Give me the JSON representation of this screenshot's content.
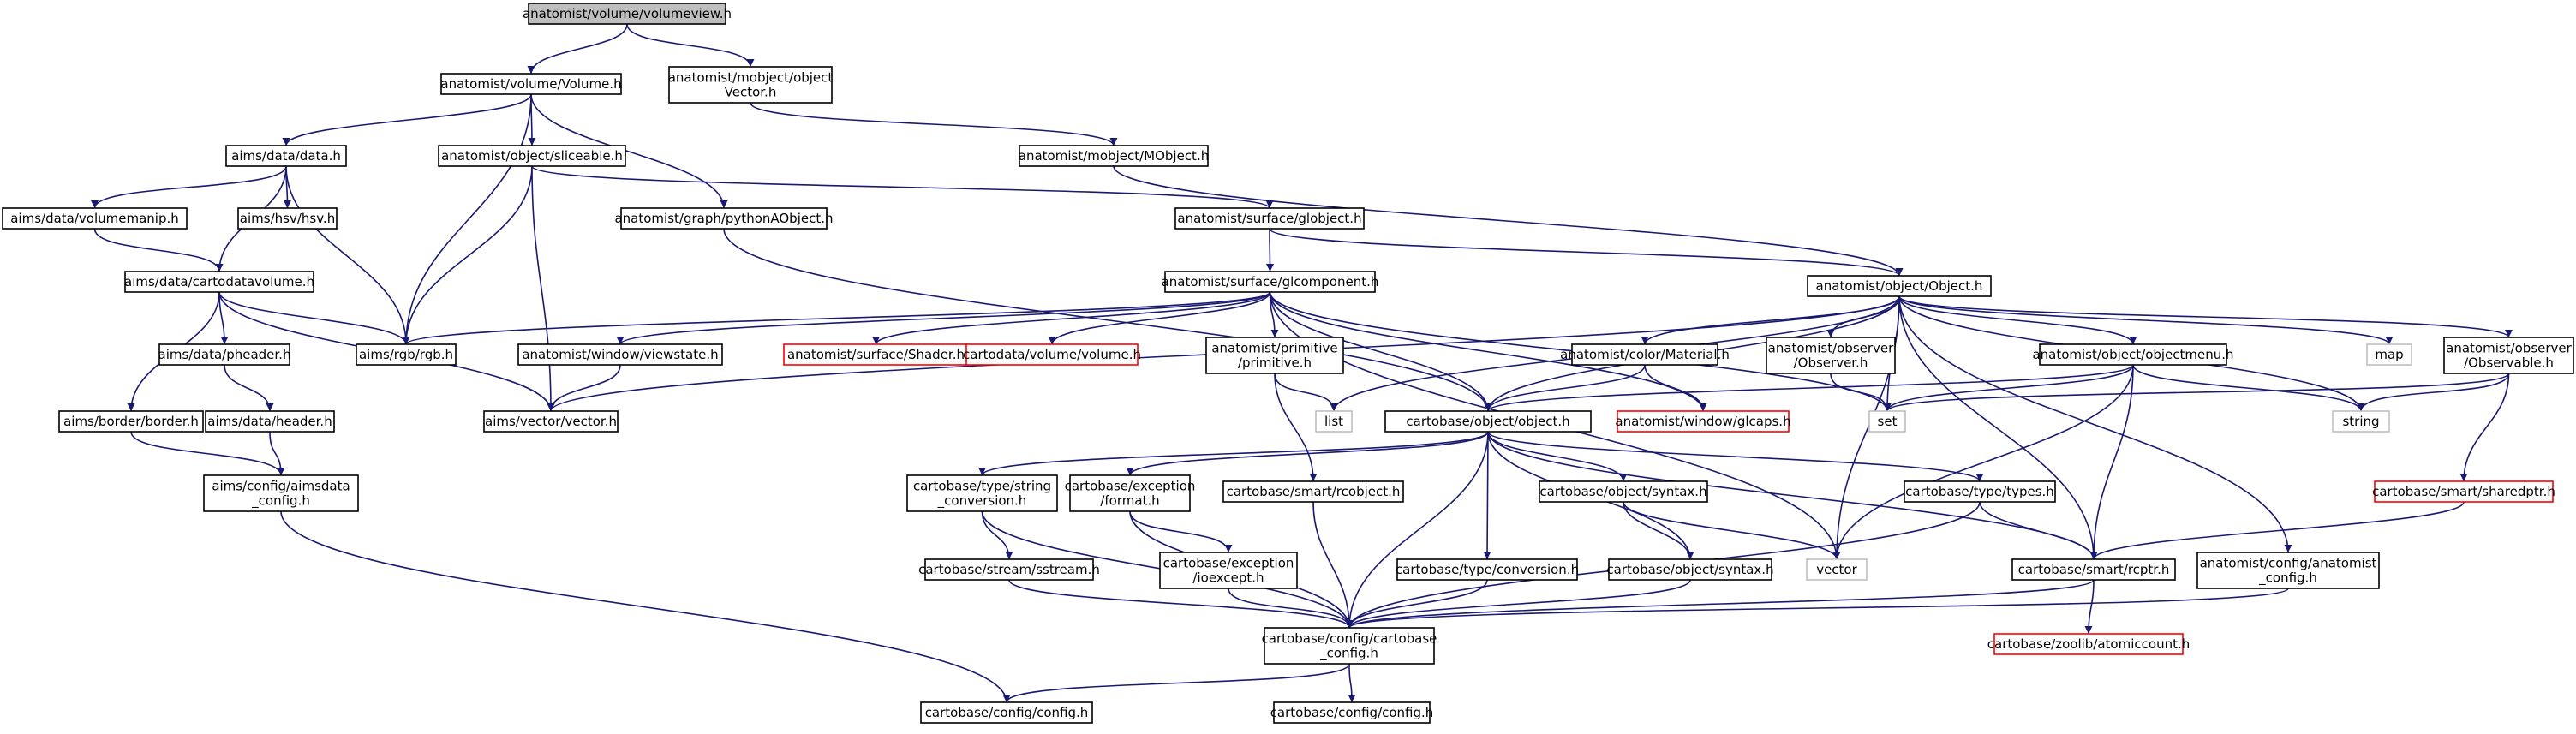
{
  "colors": {
    "edge": "#191970",
    "normal_border": "#000000",
    "missing_border": "#ff0000",
    "external_border": "#bfbfbf",
    "root_fill": "#bfbfbf",
    "fill": "#ffffff",
    "text": "#000000"
  },
  "nodes": [
    {
      "id": "n0",
      "lines": [
        "anatomist/volume/volumeview.h"
      ],
      "kind": "root"
    },
    {
      "id": "n1",
      "lines": [
        "anatomist/volume/Volume.h"
      ],
      "kind": "normal"
    },
    {
      "id": "n2",
      "lines": [
        "anatomist/mobject/object",
        "Vector.h"
      ],
      "kind": "normal"
    },
    {
      "id": "n3",
      "lines": [
        "aims/data/data.h"
      ],
      "kind": "normal"
    },
    {
      "id": "n4",
      "lines": [
        "anatomist/object/sliceable.h"
      ],
      "kind": "normal"
    },
    {
      "id": "n5",
      "lines": [
        "anatomist/graph/pythonAObject.h"
      ],
      "kind": "normal"
    },
    {
      "id": "n6",
      "lines": [
        "anatomist/mobject/MObject.h"
      ],
      "kind": "normal"
    },
    {
      "id": "n7",
      "lines": [
        "aims/data/volumemanip.h"
      ],
      "kind": "normal"
    },
    {
      "id": "n8",
      "lines": [
        "aims/hsv/hsv.h"
      ],
      "kind": "normal"
    },
    {
      "id": "n9",
      "lines": [
        "anatomist/surface/globject.h"
      ],
      "kind": "normal"
    },
    {
      "id": "n10",
      "lines": [
        "aims/data/cartodatavolume.h"
      ],
      "kind": "normal"
    },
    {
      "id": "n11",
      "lines": [
        "anatomist/surface/glcomponent.h"
      ],
      "kind": "normal"
    },
    {
      "id": "n12",
      "lines": [
        "anatomist/object/Object.h"
      ],
      "kind": "normal"
    },
    {
      "id": "n13",
      "lines": [
        "aims/rgb/rgb.h"
      ],
      "kind": "normal"
    },
    {
      "id": "n14",
      "lines": [
        "aims/data/pheader.h"
      ],
      "kind": "normal"
    },
    {
      "id": "n15",
      "lines": [
        "anatomist/window/viewstate.h"
      ],
      "kind": "normal"
    },
    {
      "id": "n16",
      "lines": [
        "anatomist/surface/Shader.h"
      ],
      "kind": "missing"
    },
    {
      "id": "n17",
      "lines": [
        "cartodata/volume/volume.h"
      ],
      "kind": "missing"
    },
    {
      "id": "n18",
      "lines": [
        "anatomist/primitive",
        "/primitive.h"
      ],
      "kind": "normal"
    },
    {
      "id": "n19",
      "lines": [
        "anatomist/color/Material.h"
      ],
      "kind": "normal"
    },
    {
      "id": "n20",
      "lines": [
        "anatomist/observer",
        "/Observer.h"
      ],
      "kind": "normal"
    },
    {
      "id": "n21",
      "lines": [
        "anatomist/object/objectmenu.h"
      ],
      "kind": "normal"
    },
    {
      "id": "n22",
      "lines": [
        "map"
      ],
      "kind": "external"
    },
    {
      "id": "n23",
      "lines": [
        "anatomist/observer",
        "/Observable.h"
      ],
      "kind": "normal"
    },
    {
      "id": "n24",
      "lines": [
        "aims/data/header.h"
      ],
      "kind": "normal"
    },
    {
      "id": "n25",
      "lines": [
        "aims/border/border.h"
      ],
      "kind": "normal"
    },
    {
      "id": "n26",
      "lines": [
        "aims/vector/vector.h"
      ],
      "kind": "normal"
    },
    {
      "id": "n27",
      "lines": [
        "list"
      ],
      "kind": "external"
    },
    {
      "id": "n28",
      "lines": [
        "cartobase/object/object.h"
      ],
      "kind": "normal"
    },
    {
      "id": "n29",
      "lines": [
        "anatomist/window/glcaps.h"
      ],
      "kind": "missing"
    },
    {
      "id": "n30",
      "lines": [
        "set"
      ],
      "kind": "external"
    },
    {
      "id": "n31",
      "lines": [
        "string"
      ],
      "kind": "external"
    },
    {
      "id": "n32",
      "lines": [
        "aims/config/aimsdata",
        "_config.h"
      ],
      "kind": "normal"
    },
    {
      "id": "n33",
      "lines": [
        "cartobase/type/string",
        "_conversion.h"
      ],
      "kind": "normal"
    },
    {
      "id": "n34",
      "lines": [
        "cartobase/exception",
        "/format.h"
      ],
      "kind": "normal"
    },
    {
      "id": "n35",
      "lines": [
        "cartobase/smart/rcobject.h"
      ],
      "kind": "normal"
    },
    {
      "id": "n36",
      "lines": [
        "cartobase/object/syntax.h"
      ],
      "kind": "normal"
    },
    {
      "id": "n37",
      "lines": [
        "cartobase/type/types.h"
      ],
      "kind": "normal"
    },
    {
      "id": "n38",
      "lines": [
        "cartobase/smart/sharedptr.h"
      ],
      "kind": "missing"
    },
    {
      "id": "n39",
      "lines": [
        "cartobase/stream/sstream.h"
      ],
      "kind": "normal"
    },
    {
      "id": "n40",
      "lines": [
        "cartobase/exception",
        "/ioexcept.h"
      ],
      "kind": "normal"
    },
    {
      "id": "n41",
      "lines": [
        "cartobase/type/conversion.h"
      ],
      "kind": "normal"
    },
    {
      "id": "n42",
      "lines": [
        "cartobase/object/syntax.h"
      ],
      "kind": "normal"
    },
    {
      "id": "n43",
      "lines": [
        "vector"
      ],
      "kind": "external"
    },
    {
      "id": "n44",
      "lines": [
        "cartobase/smart/rcptr.h"
      ],
      "kind": "normal"
    },
    {
      "id": "n45",
      "lines": [
        "anatomist/config/anatomist",
        "_config.h"
      ],
      "kind": "normal"
    },
    {
      "id": "n46",
      "lines": [
        "cartobase/config/cartobase",
        "_config.h"
      ],
      "kind": "normal"
    },
    {
      "id": "n47",
      "lines": [
        "cartobase/zoolib/atomiccount.h"
      ],
      "kind": "missing"
    },
    {
      "id": "n48",
      "lines": [
        "cartobase/config/config.h"
      ],
      "kind": "normal"
    },
    {
      "id": "n49",
      "lines": [
        "cartobase/config/config.h"
      ],
      "kind": "normal"
    }
  ],
  "edges": [
    [
      "n0",
      "n1"
    ],
    [
      "n0",
      "n2"
    ],
    [
      "n1",
      "n3"
    ],
    [
      "n1",
      "n4"
    ],
    [
      "n1",
      "n5"
    ],
    [
      "n1",
      "n13"
    ],
    [
      "n2",
      "n6"
    ],
    [
      "n3",
      "n7"
    ],
    [
      "n3",
      "n8"
    ],
    [
      "n3",
      "n10"
    ],
    [
      "n3",
      "n13"
    ],
    [
      "n4",
      "n9"
    ],
    [
      "n4",
      "n13"
    ],
    [
      "n4",
      "n26"
    ],
    [
      "n5",
      "n28"
    ],
    [
      "n6",
      "n12"
    ],
    [
      "n7",
      "n10"
    ],
    [
      "n9",
      "n11"
    ],
    [
      "n9",
      "n12"
    ],
    [
      "n10",
      "n13"
    ],
    [
      "n10",
      "n14"
    ],
    [
      "n10",
      "n25"
    ],
    [
      "n10",
      "n26"
    ],
    [
      "n11",
      "n13"
    ],
    [
      "n11",
      "n15"
    ],
    [
      "n11",
      "n16"
    ],
    [
      "n11",
      "n17"
    ],
    [
      "n11",
      "n18"
    ],
    [
      "n11",
      "n28"
    ],
    [
      "n11",
      "n29"
    ],
    [
      "n11",
      "n30"
    ],
    [
      "n11",
      "n43"
    ],
    [
      "n12",
      "n19"
    ],
    [
      "n12",
      "n20"
    ],
    [
      "n12",
      "n21"
    ],
    [
      "n12",
      "n22"
    ],
    [
      "n12",
      "n23"
    ],
    [
      "n12",
      "n26"
    ],
    [
      "n12",
      "n27"
    ],
    [
      "n12",
      "n28"
    ],
    [
      "n12",
      "n30"
    ],
    [
      "n12",
      "n31"
    ],
    [
      "n12",
      "n43"
    ],
    [
      "n12",
      "n44"
    ],
    [
      "n12",
      "n45"
    ],
    [
      "n14",
      "n24"
    ],
    [
      "n15",
      "n26"
    ],
    [
      "n18",
      "n27"
    ],
    [
      "n18",
      "n35"
    ],
    [
      "n19",
      "n28"
    ],
    [
      "n19",
      "n29"
    ],
    [
      "n20",
      "n30"
    ],
    [
      "n21",
      "n28"
    ],
    [
      "n21",
      "n30"
    ],
    [
      "n21",
      "n31"
    ],
    [
      "n21",
      "n43"
    ],
    [
      "n21",
      "n44"
    ],
    [
      "n23",
      "n30"
    ],
    [
      "n23",
      "n31"
    ],
    [
      "n23",
      "n38"
    ],
    [
      "n24",
      "n32"
    ],
    [
      "n25",
      "n32"
    ],
    [
      "n28",
      "n33"
    ],
    [
      "n28",
      "n34"
    ],
    [
      "n28",
      "n36"
    ],
    [
      "n28",
      "n37"
    ],
    [
      "n28",
      "n41"
    ],
    [
      "n28",
      "n42"
    ],
    [
      "n28",
      "n44"
    ],
    [
      "n28",
      "n46"
    ],
    [
      "n32",
      "n48"
    ],
    [
      "n33",
      "n39"
    ],
    [
      "n33",
      "n46"
    ],
    [
      "n34",
      "n40"
    ],
    [
      "n34",
      "n46"
    ],
    [
      "n35",
      "n46"
    ],
    [
      "n36",
      "n42"
    ],
    [
      "n36",
      "n43"
    ],
    [
      "n37",
      "n44"
    ],
    [
      "n37",
      "n46"
    ],
    [
      "n38",
      "n44"
    ],
    [
      "n39",
      "n46"
    ],
    [
      "n40",
      "n46"
    ],
    [
      "n41",
      "n46"
    ],
    [
      "n42",
      "n46"
    ],
    [
      "n44",
      "n46"
    ],
    [
      "n44",
      "n47"
    ],
    [
      "n45",
      "n46"
    ],
    [
      "n46",
      "n48"
    ],
    [
      "n46",
      "n49"
    ]
  ]
}
